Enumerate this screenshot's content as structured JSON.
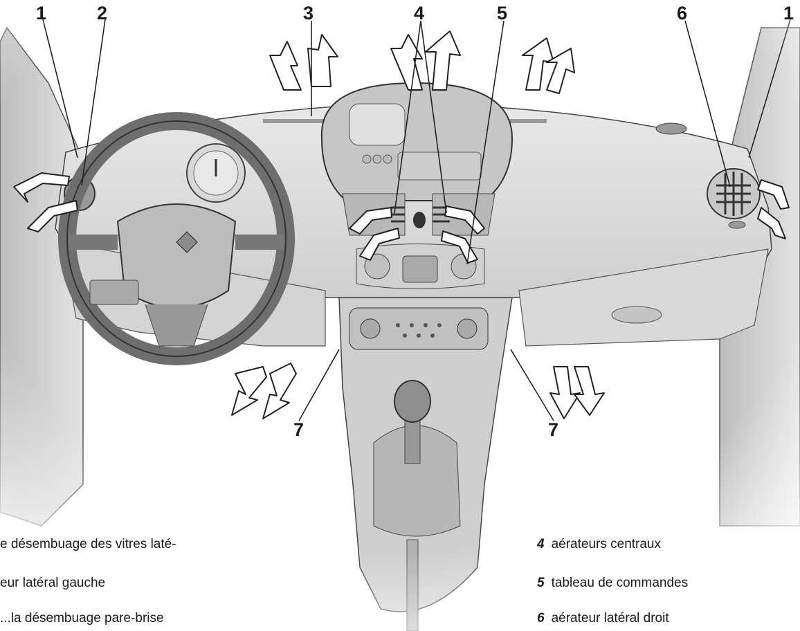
{
  "callouts": {
    "c1_left": "1",
    "c2": "2",
    "c3": "3",
    "c4": "4",
    "c5": "5",
    "c6": "6",
    "c1_right": "1",
    "c7_left": "7",
    "c7_right": "7"
  },
  "legend_left": [
    {
      "text": "e désembuage des vitres laté-"
    },
    {
      "text": "eur latéral gauche"
    },
    {
      "text": "...la désembuage pare-brise"
    }
  ],
  "legend_right": [
    {
      "num": "4",
      "text": "aérateurs centraux"
    },
    {
      "num": "5",
      "text": "tableau de commandes"
    },
    {
      "num": "6",
      "text": "aérateur latéral droit"
    }
  ],
  "colors": {
    "dashboard_fill": "#e1e1e1",
    "dashboard_shade": "#c9c9c9",
    "outline": "#3a3a3a",
    "text": "#1a1a1a"
  }
}
